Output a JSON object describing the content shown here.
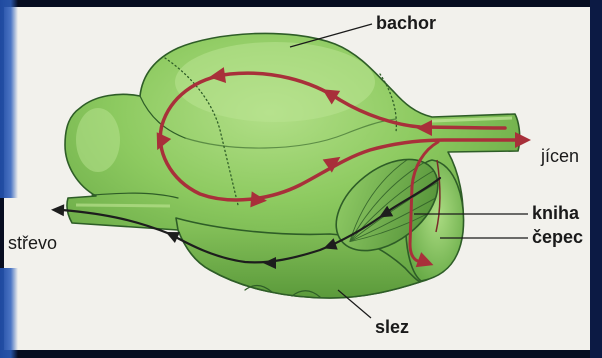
{
  "labels": {
    "bachor": "bachor",
    "jicen": "jícen",
    "kniha": "kniha",
    "cepec": "čepec",
    "strevo": "střevo",
    "slez": "slez"
  },
  "colors": {
    "frame": "#070d20",
    "panel": "#f2f1ec",
    "flow_red": "#a8303a",
    "flow_dark": "#1d1d1d"
  }
}
